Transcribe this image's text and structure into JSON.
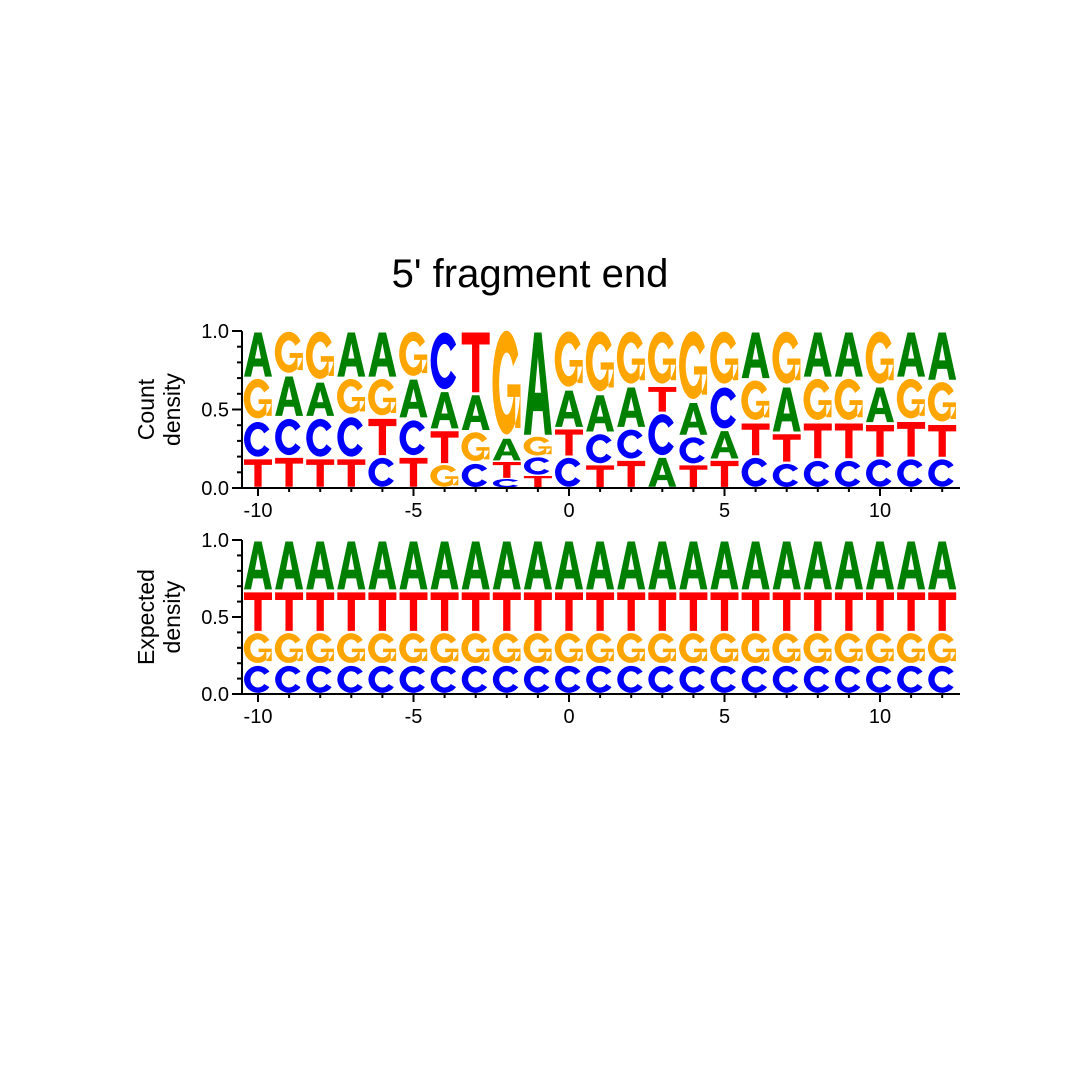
{
  "chart_data": [
    {
      "type": "sequence-logo",
      "title": "5' fragment end",
      "ylabel": [
        "Count",
        "density"
      ],
      "ylim": [
        0,
        1
      ],
      "yticks": [
        "0.0",
        "0.5",
        "1.0"
      ],
      "xticks": [
        "-10",
        "-5",
        "0",
        "5",
        "10"
      ],
      "xtick_values": [
        -10,
        -5,
        0,
        5,
        10
      ],
      "positions": [
        -10,
        -9,
        -8,
        -7,
        -6,
        -5,
        -4,
        -3,
        -2,
        -1,
        0,
        1,
        2,
        3,
        4,
        5,
        6,
        7,
        8,
        9,
        10,
        11,
        12
      ],
      "stacks": [
        [
          [
            "T",
            0.19
          ],
          [
            "C",
            0.24
          ],
          [
            "G",
            0.27
          ],
          [
            "A",
            0.3
          ]
        ],
        [
          [
            "T",
            0.2
          ],
          [
            "C",
            0.25
          ],
          [
            "A",
            0.27
          ],
          [
            "G",
            0.28
          ]
        ],
        [
          [
            "T",
            0.19
          ],
          [
            "C",
            0.26
          ],
          [
            "A",
            0.23
          ],
          [
            "G",
            0.32
          ]
        ],
        [
          [
            "T",
            0.19
          ],
          [
            "C",
            0.27
          ],
          [
            "G",
            0.24
          ],
          [
            "A",
            0.3
          ]
        ],
        [
          [
            "C",
            0.2
          ],
          [
            "T",
            0.25
          ],
          [
            "G",
            0.25
          ],
          [
            "A",
            0.3
          ]
        ],
        [
          [
            "T",
            0.2
          ],
          [
            "C",
            0.24
          ],
          [
            "A",
            0.26
          ],
          [
            "G",
            0.3
          ]
        ],
        [
          [
            "G",
            0.15
          ],
          [
            "T",
            0.22
          ],
          [
            "A",
            0.25
          ],
          [
            "C",
            0.38
          ]
        ],
        [
          [
            "C",
            0.16
          ],
          [
            "G",
            0.2
          ],
          [
            "A",
            0.24
          ],
          [
            "T",
            0.4
          ]
        ],
        [
          [
            "C",
            0.06
          ],
          [
            "T",
            0.11
          ],
          [
            "A",
            0.15
          ],
          [
            "G",
            0.68
          ]
        ],
        [
          [
            "T",
            0.08
          ],
          [
            "C",
            0.12
          ],
          [
            "G",
            0.13
          ],
          [
            "A",
            0.67
          ]
        ],
        [
          [
            "C",
            0.2
          ],
          [
            "T",
            0.18
          ],
          [
            "A",
            0.25
          ],
          [
            "G",
            0.37
          ]
        ],
        [
          [
            "T",
            0.15
          ],
          [
            "C",
            0.2
          ],
          [
            "A",
            0.25
          ],
          [
            "G",
            0.4
          ]
        ],
        [
          [
            "T",
            0.18
          ],
          [
            "C",
            0.2
          ],
          [
            "A",
            0.27
          ],
          [
            "G",
            0.35
          ]
        ],
        [
          [
            "A",
            0.2
          ],
          [
            "C",
            0.28
          ],
          [
            "T",
            0.17
          ],
          [
            "G",
            0.35
          ]
        ],
        [
          [
            "T",
            0.15
          ],
          [
            "C",
            0.18
          ],
          [
            "A",
            0.22
          ],
          [
            "G",
            0.45
          ]
        ],
        [
          [
            "T",
            0.18
          ],
          [
            "A",
            0.19
          ],
          [
            "C",
            0.28
          ],
          [
            "G",
            0.35
          ]
        ],
        [
          [
            "C",
            0.2
          ],
          [
            "T",
            0.22
          ],
          [
            "G",
            0.27
          ],
          [
            "A",
            0.31
          ]
        ],
        [
          [
            "C",
            0.16
          ],
          [
            "T",
            0.19
          ],
          [
            "A",
            0.3
          ],
          [
            "G",
            0.35
          ]
        ],
        [
          [
            "C",
            0.18
          ],
          [
            "T",
            0.24
          ],
          [
            "G",
            0.28
          ],
          [
            "A",
            0.3
          ]
        ],
        [
          [
            "C",
            0.18
          ],
          [
            "T",
            0.24
          ],
          [
            "G",
            0.28
          ],
          [
            "A",
            0.3
          ]
        ],
        [
          [
            "C",
            0.19
          ],
          [
            "T",
            0.22
          ],
          [
            "A",
            0.24
          ],
          [
            "G",
            0.35
          ]
        ],
        [
          [
            "C",
            0.19
          ],
          [
            "T",
            0.24
          ],
          [
            "G",
            0.27
          ],
          [
            "A",
            0.3
          ]
        ],
        [
          [
            "C",
            0.19
          ],
          [
            "T",
            0.22
          ],
          [
            "G",
            0.27
          ],
          [
            "A",
            0.32
          ]
        ]
      ]
    },
    {
      "type": "sequence-logo",
      "ylabel": [
        "Expected",
        "density"
      ],
      "ylim": [
        0,
        1
      ],
      "yticks": [
        "0.0",
        "0.5",
        "1.0"
      ],
      "xticks": [
        "-10",
        "-5",
        "0",
        "5",
        "10"
      ],
      "xtick_values": [
        -10,
        -5,
        0,
        5,
        10
      ],
      "positions": [
        -10,
        -9,
        -8,
        -7,
        -6,
        -5,
        -4,
        -3,
        -2,
        -1,
        0,
        1,
        2,
        3,
        4,
        5,
        6,
        7,
        8,
        9,
        10,
        11,
        12
      ],
      "uniform_stack": [
        [
          "C",
          0.19
        ],
        [
          "G",
          0.21
        ],
        [
          "T",
          0.27
        ],
        [
          "A",
          0.33
        ]
      ]
    }
  ],
  "colors": {
    "A": "#008000",
    "C": "#0000ff",
    "G": "#ffa500",
    "T": "#ff0000"
  }
}
